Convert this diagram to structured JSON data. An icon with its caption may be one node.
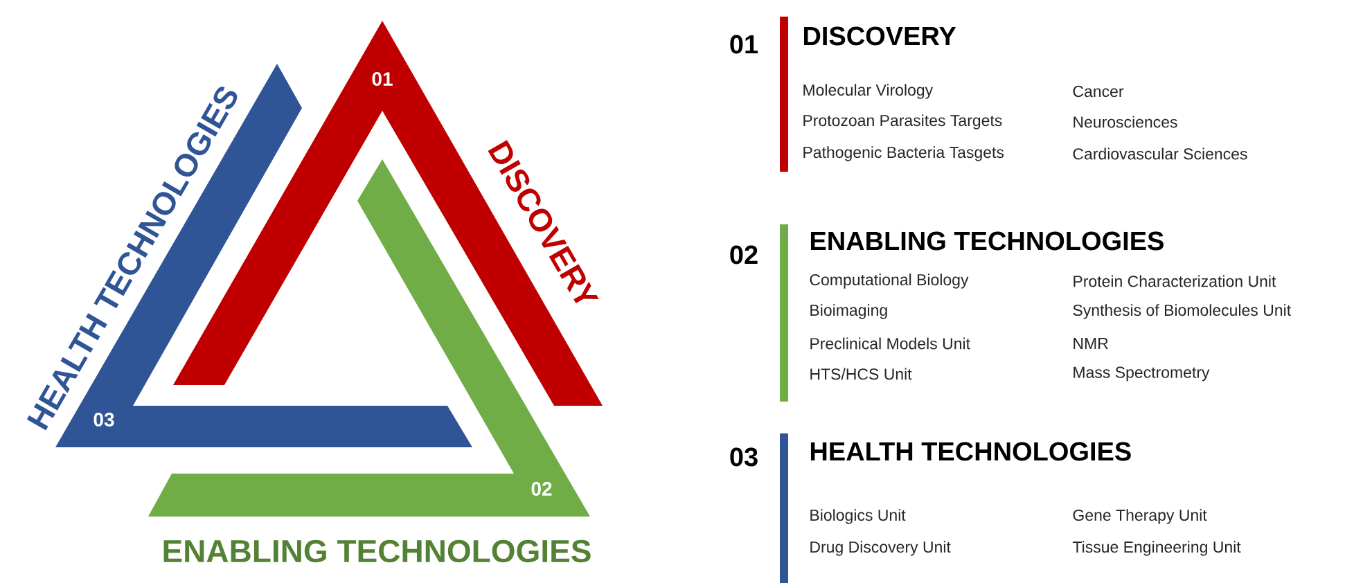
{
  "diagram": {
    "nodes": [
      {
        "text": [
          "01",
          "DISCOVERY"
        ]
      },
      {
        "text": [
          "02",
          "ENABLING TECHNOLOGIES"
        ]
      },
      {
        "text": [
          "03",
          "HEALTH TECHNOLOGIES"
        ]
      }
    ],
    "labels": [
      "01",
      "DISCOVERY",
      "Molecular Virology",
      "Cancer",
      "Protozoan Parasites Targets",
      "Neurosciences",
      "Pathogenic Bacteria Tasgets",
      "Cardiovascular Sciences",
      "02",
      "ENABLING TECHNOLOGIES",
      "Computational Biology",
      "Protein Characterization Unit",
      "Bioimaging",
      "Synthesis of Biomolecules Unit",
      "Preclinical Models Unit",
      "NMR",
      "HTS/HCS Unit",
      "Mass Spectrometry",
      "03",
      "HEALTH TECHNOLOGIES",
      "Biologics Unit",
      "Gene Therapy Unit",
      "Drug Discovery Unit",
      "Tissue Engineering Unit"
    ]
  }
}
